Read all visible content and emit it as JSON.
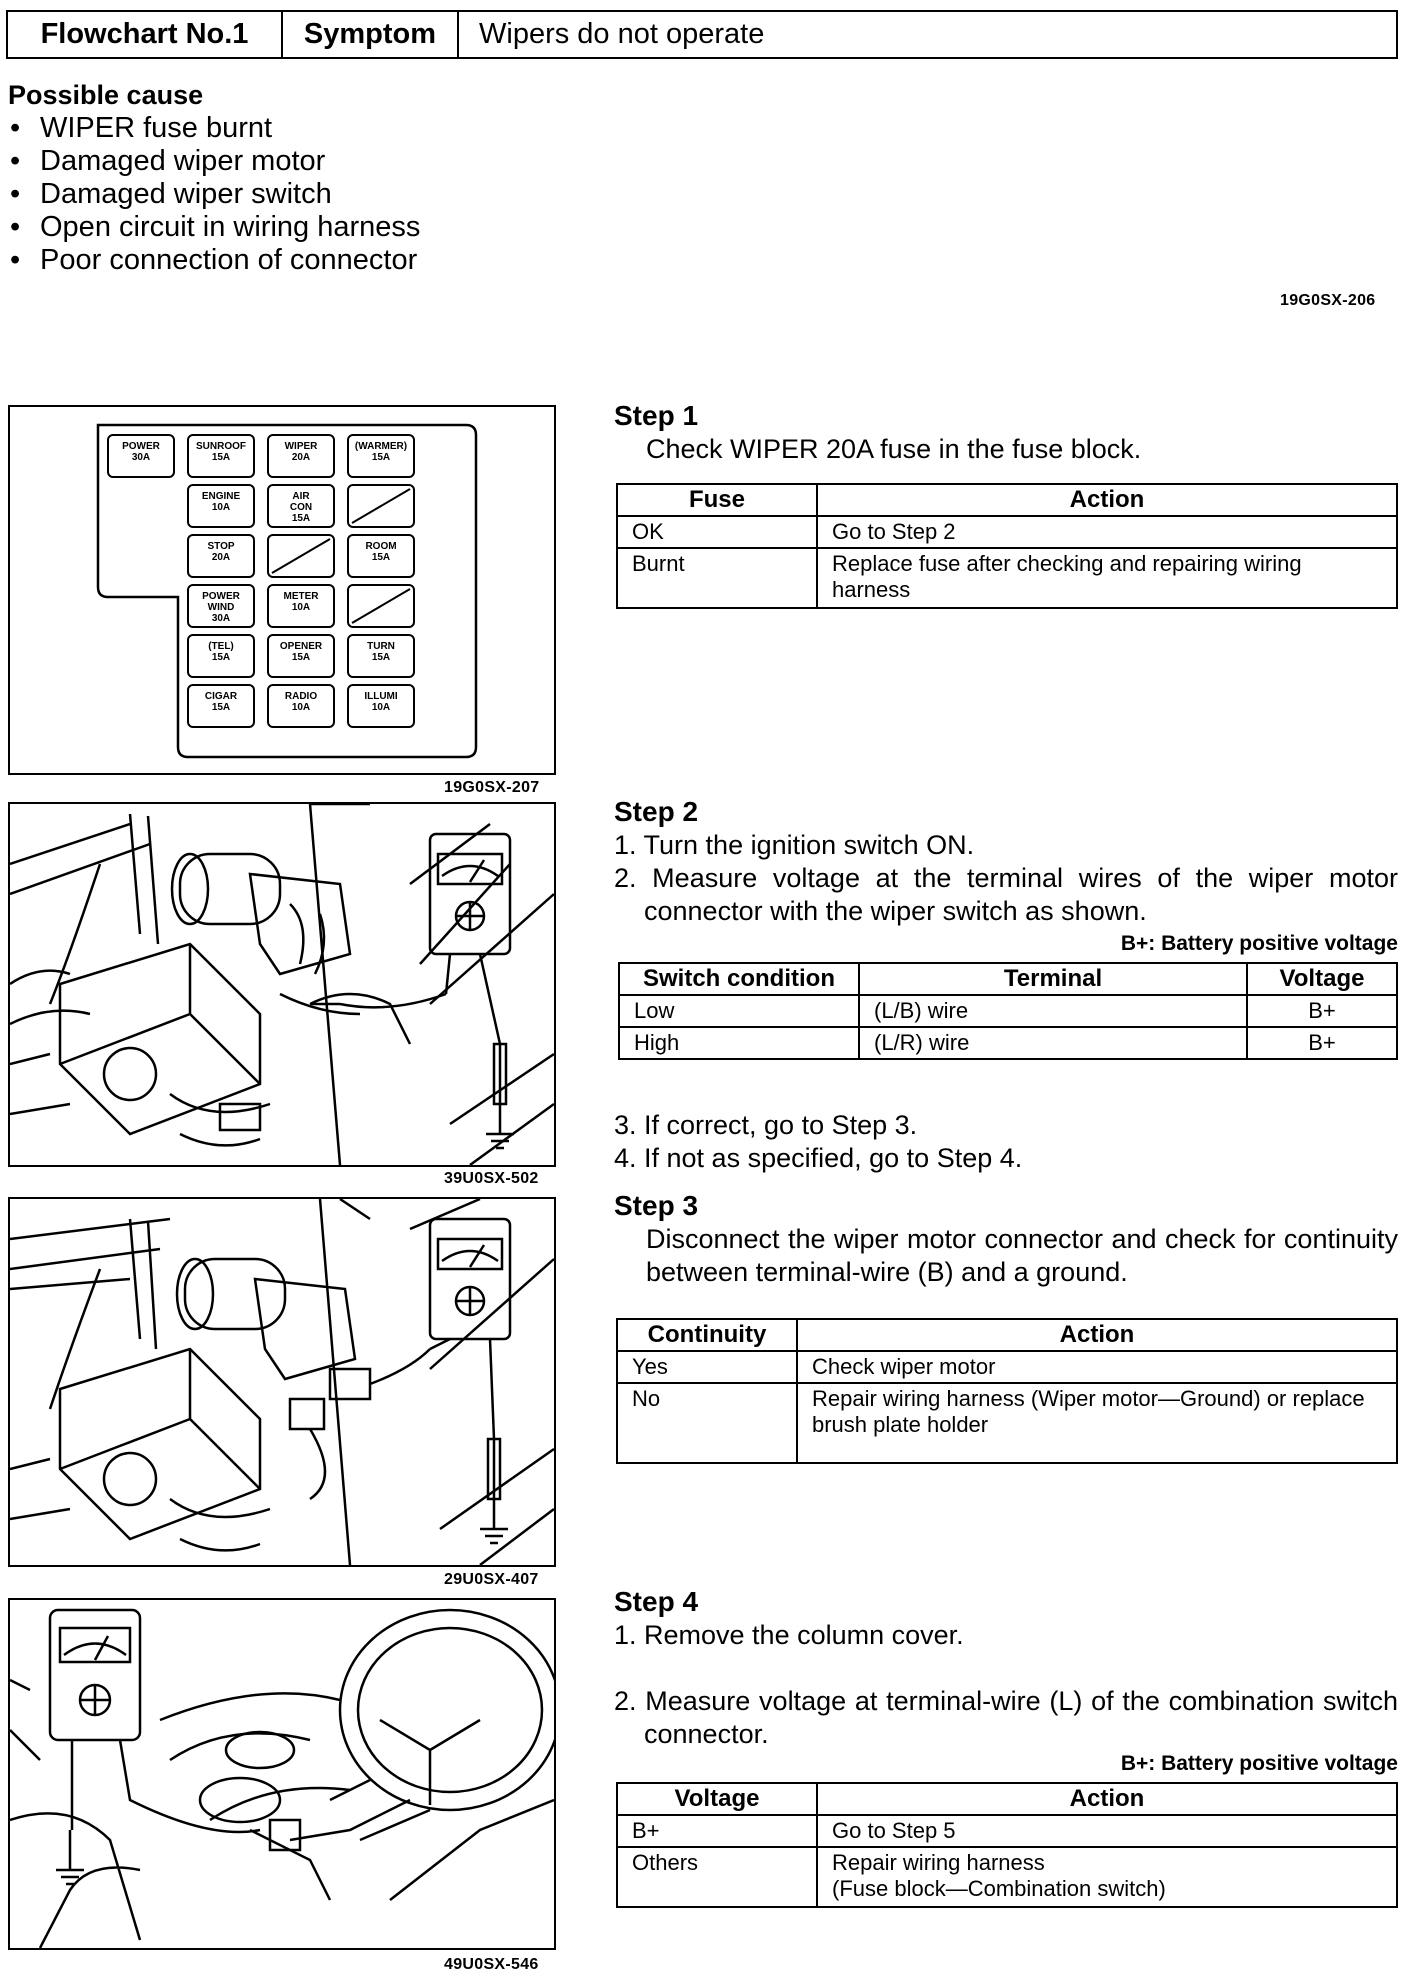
{
  "header": {
    "label1": "Flowchart No.1",
    "label2": "Symptom",
    "symptom": "Wipers do not operate"
  },
  "causes": {
    "title": "Possible cause",
    "items": [
      "WIPER fuse burnt",
      "Damaged wiper motor",
      "Damaged wiper switch",
      "Open circuit in wiring harness",
      "Poor connection of connector"
    ],
    "ref": "19G0SX-206"
  },
  "figures": {
    "fig1_ref": "19G0SX-207",
    "fig2_ref": "39U0SX-502",
    "fig3_ref": "29U0SX-407",
    "fig4_ref": "49U0SX-546",
    "fuses": [
      {
        "name": "POWER",
        "amp": "30A"
      },
      {
        "name": "SUNROOF",
        "amp": "15A"
      },
      {
        "name": "WIPER",
        "amp": "20A"
      },
      {
        "name": "(WARMER)",
        "amp": "15A"
      },
      {
        "name": "ENGINE",
        "amp": "10A"
      },
      {
        "name": "AIR CON",
        "amp": "15A"
      },
      {
        "name": "STOP",
        "amp": "20A"
      },
      {
        "name": "ROOM",
        "amp": "15A"
      },
      {
        "name": "POWER WIND",
        "amp": "30A"
      },
      {
        "name": "METER",
        "amp": "10A"
      },
      {
        "name": "(TEL)",
        "amp": "15A"
      },
      {
        "name": "OPENER",
        "amp": "15A"
      },
      {
        "name": "TURN",
        "amp": "15A"
      },
      {
        "name": "CIGAR",
        "amp": "15A"
      },
      {
        "name": "RADIO",
        "amp": "10A"
      },
      {
        "name": "ILLUMI",
        "amp": "10A"
      }
    ]
  },
  "step1": {
    "title": "Step 1",
    "text": "Check WIPER 20A fuse in the fuse block.",
    "headers": [
      "Fuse",
      "Action"
    ],
    "rows": [
      [
        "OK",
        "Go to Step 2"
      ],
      [
        "Burnt",
        "Replace fuse after checking and repairing wiring harness"
      ]
    ]
  },
  "step2": {
    "title": "Step 2",
    "items": [
      "1. Turn the ignition switch ON.",
      "2. Measure voltage at the terminal wires of the wiper motor connector with the wiper switch as shown."
    ],
    "note": "B+: Battery positive voltage",
    "headers": [
      "Switch condition",
      "Terminal",
      "Voltage"
    ],
    "rows": [
      [
        "Low",
        "(L/B) wire",
        "B+"
      ],
      [
        "High",
        "(L/R) wire",
        "B+"
      ]
    ],
    "after": [
      "3. If correct, go to Step 3.",
      "4. If not as specified, go to Step 4."
    ]
  },
  "step3": {
    "title": "Step 3",
    "text": "Disconnect the wiper motor connector and check for continuity between terminal-wire (B) and a ground.",
    "headers": [
      "Continuity",
      "Action"
    ],
    "rows": [
      [
        "Yes",
        "Check wiper motor"
      ],
      [
        "No",
        "Repair wiring harness (Wiper motor—Ground) or replace brush plate holder"
      ]
    ]
  },
  "step4": {
    "title": "Step 4",
    "items": [
      "1. Remove the column cover.",
      "2. Measure voltage at terminal-wire (L) of the combination switch connector."
    ],
    "note": "B+: Battery positive voltage",
    "headers": [
      "Voltage",
      "Action"
    ],
    "rows": [
      [
        "B+",
        "Go to Step 5"
      ],
      [
        "Others",
        "Repair wiring harness\n(Fuse block—Combination switch)"
      ]
    ]
  }
}
